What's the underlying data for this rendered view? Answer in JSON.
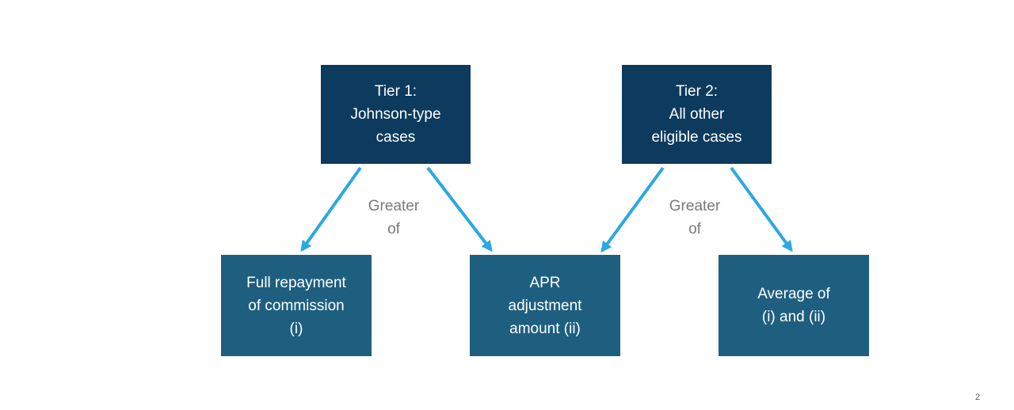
{
  "page": {
    "page_number": "2"
  },
  "colors": {
    "page_background": "#ffffff",
    "tier_box": "#0d3b5e",
    "outcome_box": "#1e5f7f",
    "box_text": "#ffffff",
    "arrow": "#29a9e0",
    "connector_label": "#7a7a7a",
    "page_number": "#595959"
  },
  "diagram": {
    "tier1_box": {
      "line1": "Tier 1:",
      "line2": "Johnson-type",
      "line3": "cases"
    },
    "tier2_box": {
      "line1": "Tier 2:",
      "line2": "All other",
      "line3": "eligible cases"
    },
    "outcome_full_repayment": {
      "line1": "Full repayment",
      "line2": "of commission",
      "line3": "(i)"
    },
    "outcome_apr_adjustment": {
      "line1": "APR",
      "line2": "adjustment",
      "line3": "amount (ii)"
    },
    "outcome_average": {
      "line1": "Average of",
      "line2": "(i) and (ii)"
    },
    "tier1_connector_label": {
      "line1": "Greater",
      "line2": "of"
    },
    "tier2_connector_label": {
      "line1": "Greater",
      "line2": "of"
    }
  }
}
